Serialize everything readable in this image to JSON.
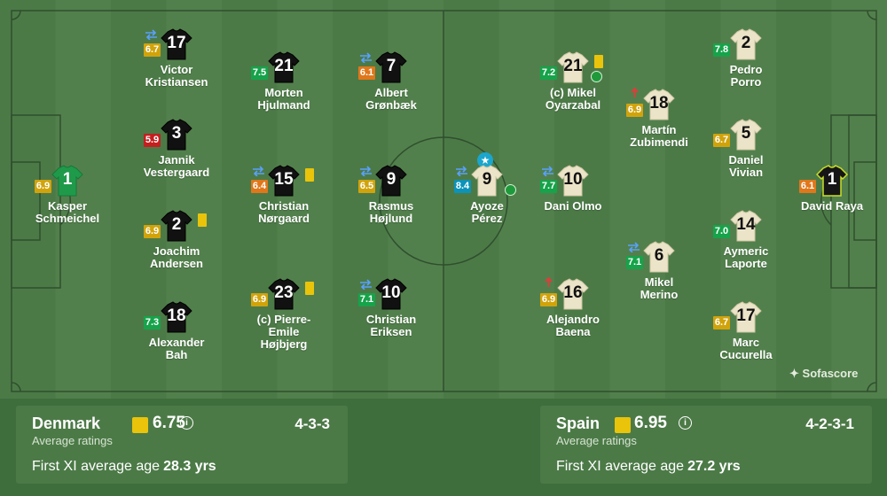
{
  "colors": {
    "home_shirt": "#111111",
    "away_shirt": "#ece4c8",
    "home_gk": "#1f9a4a",
    "away_gk": "#161616",
    "pitch": "#4c7a47"
  },
  "home": {
    "name": "Denmark",
    "rating": "6.75",
    "formation": "4-3-3",
    "average_label": "Average ratings",
    "age_label": "First XI average age",
    "age": "28.3 yrs",
    "players": [
      {
        "num": "1",
        "name1": "Kasper",
        "name2": "Schmeichel",
        "rating": "6.9",
        "rc": "yellow",
        "gk": true
      },
      {
        "num": "17",
        "name1": "Victor",
        "name2": "Kristiansen",
        "rating": "6.7",
        "rc": "yellow",
        "sub": true
      },
      {
        "num": "3",
        "name1": "Jannik",
        "name2": "Vestergaard",
        "rating": "5.9",
        "rc": "red"
      },
      {
        "num": "2",
        "name1": "Joachim",
        "name2": "Andersen",
        "rating": "6.9",
        "rc": "yellow",
        "card": true
      },
      {
        "num": "18",
        "name1": "Alexander",
        "name2": "Bah",
        "rating": "7.3",
        "rc": "green"
      },
      {
        "num": "21",
        "name1": "Morten",
        "name2": "Hjulmand",
        "rating": "7.5",
        "rc": "green"
      },
      {
        "num": "15",
        "name1": "Christian",
        "name2": "Nørgaard",
        "rating": "6.4",
        "rc": "orange",
        "sub": true,
        "card": true
      },
      {
        "num": "23",
        "name1": "(c) Pierre-",
        "name2": "Emile",
        "name3": "Højbjerg",
        "rating": "6.9",
        "rc": "yellow",
        "card": true
      },
      {
        "num": "7",
        "name1": "Albert",
        "name2": "Grønbæk",
        "rating": "6.1",
        "rc": "orange",
        "sub": true
      },
      {
        "num": "9",
        "name1": "Rasmus",
        "name2": "Højlund",
        "rating": "6.5",
        "rc": "yellow",
        "sub": true
      },
      {
        "num": "10",
        "name1": "Christian",
        "name2": "Eriksen",
        "rating": "7.1",
        "rc": "green",
        "sub": true
      }
    ]
  },
  "away": {
    "name": "Spain",
    "rating": "6.95",
    "formation": "4-2-3-1",
    "average_label": "Average ratings",
    "age_label": "First XI average age",
    "age": "27.2 yrs",
    "players": [
      {
        "num": "9",
        "name1": "Ayoze",
        "name2": "Pérez",
        "rating": "8.4",
        "rc": "blue",
        "sub": true,
        "star": true,
        "goal": true
      },
      {
        "num": "21",
        "name1": "(c) Mikel",
        "name2": "Oyarzabal",
        "rating": "7.2",
        "rc": "green",
        "card": true,
        "goal": true
      },
      {
        "num": "10",
        "name1": "Dani Olmo",
        "name2": "",
        "rating": "7.7",
        "rc": "green",
        "sub": true
      },
      {
        "num": "16",
        "name1": "Alejandro",
        "name2": "Baena",
        "rating": "6.9",
        "rc": "yellow",
        "subout": true
      },
      {
        "num": "18",
        "name1": "Martín",
        "name2": "Zubimendi",
        "rating": "6.9",
        "rc": "yellow",
        "subout": true
      },
      {
        "num": "6",
        "name1": "Mikel",
        "name2": "Merino",
        "rating": "7.1",
        "rc": "green",
        "sub": true
      },
      {
        "num": "2",
        "name1": "Pedro",
        "name2": "Porro",
        "rating": "7.8",
        "rc": "green"
      },
      {
        "num": "5",
        "name1": "Daniel",
        "name2": "Vivian",
        "rating": "6.7",
        "rc": "yellow"
      },
      {
        "num": "14",
        "name1": "Aymeric",
        "name2": "Laporte",
        "rating": "7.0",
        "rc": "green"
      },
      {
        "num": "17",
        "name1": "Marc",
        "name2": "Cucurella",
        "rating": "6.7",
        "rc": "yellow"
      },
      {
        "num": "1",
        "name1": "David Raya",
        "name2": "",
        "rating": "6.1",
        "rc": "orange",
        "gk": true
      }
    ]
  },
  "brand": "Sofascore",
  "info_glyph": "i"
}
